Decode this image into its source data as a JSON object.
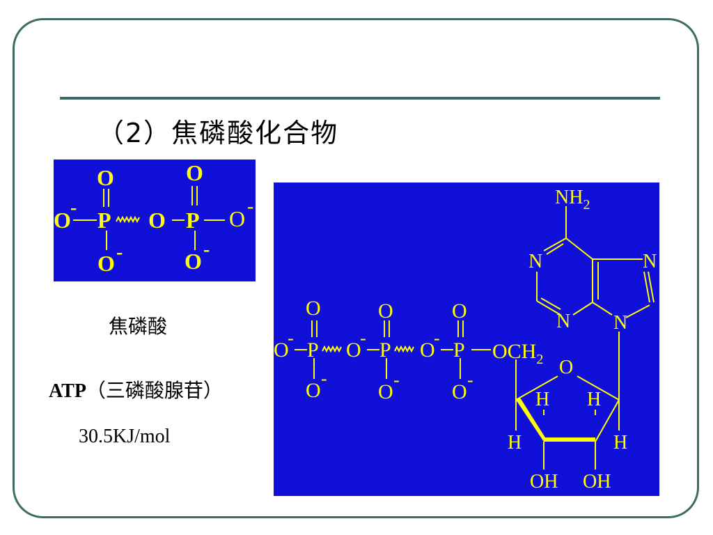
{
  "heading": "（2）焦磷酸化合物",
  "captions": {
    "pyrophosphate": "焦磷酸",
    "atp_abbr": "ATP",
    "atp_name": "（三磷酸腺苷）",
    "energy": "30.5KJ/mol"
  },
  "structure_labels": {
    "oxygen": "O",
    "phosphorus": "P",
    "minus": "-",
    "nitrogen": "N",
    "hydrogen": "H",
    "amine": "NH",
    "subscript_two": "2",
    "methylene": "OCH",
    "hydroxyl": "OH"
  },
  "colors": {
    "panel_bg": "#1010d8",
    "structure": "#ffff00",
    "frame": "#3e6b66"
  }
}
